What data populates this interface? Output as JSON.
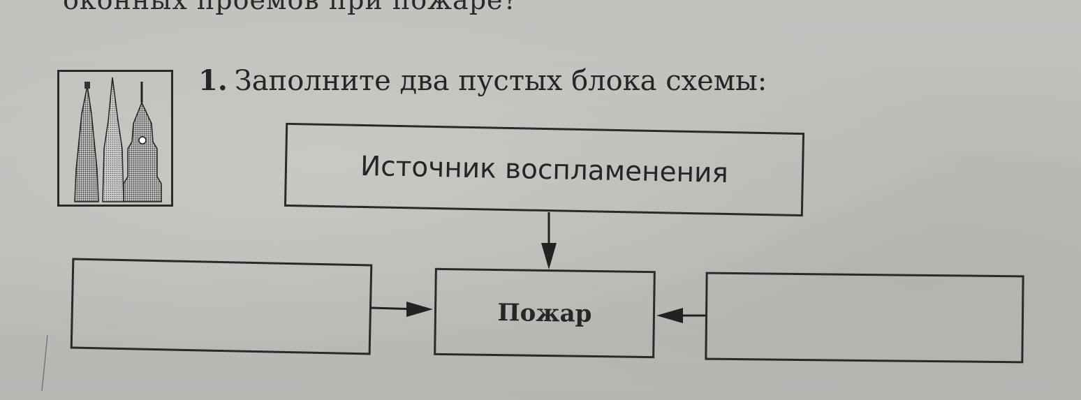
{
  "previous_question_fragment": "оконных проемов при пожаре?",
  "task": {
    "number": "1.",
    "text": "Заполните два пустых блока схемы:"
  },
  "diagram": {
    "top_box": "Источник воспламенения",
    "center_box": "Пожар",
    "left_box": "",
    "right_box": ""
  },
  "icon": "kremlin-towers-icon"
}
